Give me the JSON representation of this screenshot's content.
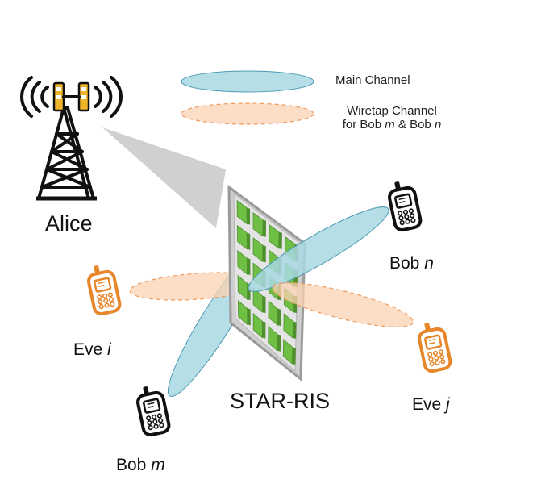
{
  "colors": {
    "main_channel_fill": "#a9d8e3",
    "main_channel_stroke": "#4f9bb3",
    "wiretap_fill": "#fbd2b3",
    "wiretap_stroke": "#ef9b5e",
    "beam_gray": "#d0d0d0",
    "element_green": "#6fbf45",
    "element_dark_green": "#4f8f2e",
    "panel_gray": "#9a9a9a",
    "phone_black": "#111111",
    "phone_orange": "#e8862a",
    "tower_gold": "#f0b429"
  },
  "legend": {
    "main": "Main Channel",
    "wiretap_line1": "Wiretap Channel",
    "wiretap_line2_prefix": "for Bob ",
    "wiretap_m": "m",
    "wiretap_amp": " & Bob ",
    "wiretap_n": "n"
  },
  "nodes": {
    "alice": "Alice",
    "ris": "STAR-RIS",
    "bob_n_prefix": "Bob ",
    "bob_n_index": "n",
    "bob_m_prefix": "Bob ",
    "bob_m_index": "m",
    "eve_i_prefix": "Eve ",
    "eve_i_index": "i",
    "eve_j_prefix": "Eve ",
    "eve_j_index": "j"
  },
  "icons": [
    "tower-icon",
    "signal-waves-icon",
    "mobile-phone-icon",
    "ris-panel-icon"
  ]
}
